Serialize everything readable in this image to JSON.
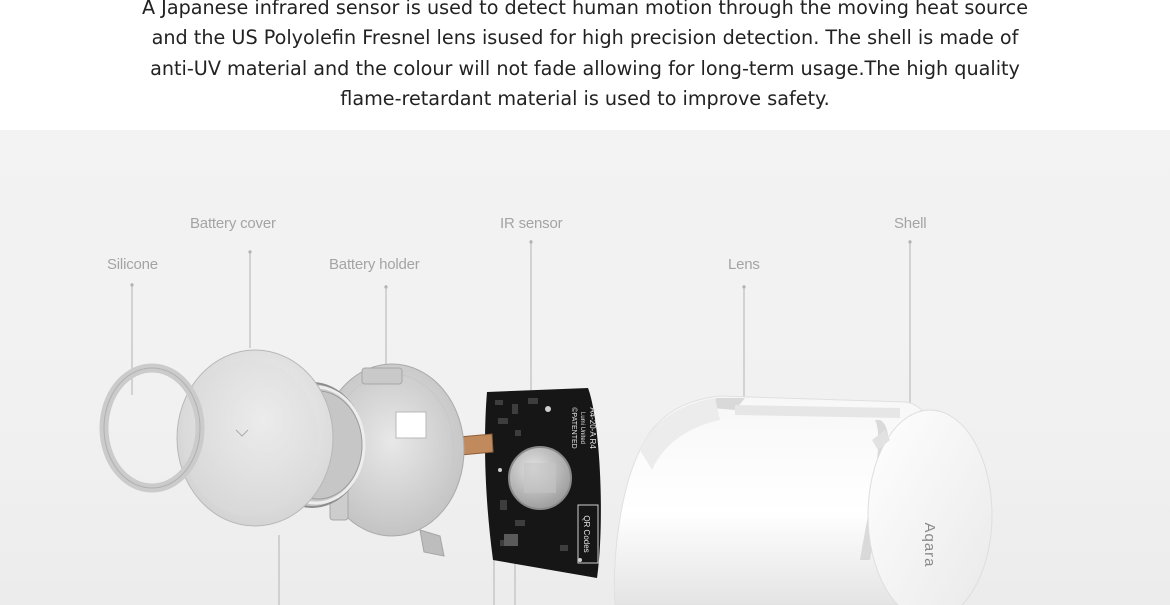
{
  "description": {
    "lines": [
      "A Japanese infrared sensor is used to detect human motion through the moving heat source",
      "and the US Polyolefin Fresnel lens isused for high precision detection. The shell is made of",
      "anti-UV material and the colour will not fade allowing for long-term usage.The high quality",
      "flame-retardant material is used to improve safety."
    ]
  },
  "labels": {
    "silicone": "Silicone",
    "battery_cover": "Battery cover",
    "battery_holder": "Battery holder",
    "ir_sensor": "IR sensor",
    "lens": "Lens",
    "shell": "Shell"
  },
  "pcb_text": {
    "model": "A4-20-A R4",
    "maker": "Lumi United",
    "patent": "©PATENTED",
    "qr": "QR Codes"
  },
  "brand_mark": "Aqara"
}
